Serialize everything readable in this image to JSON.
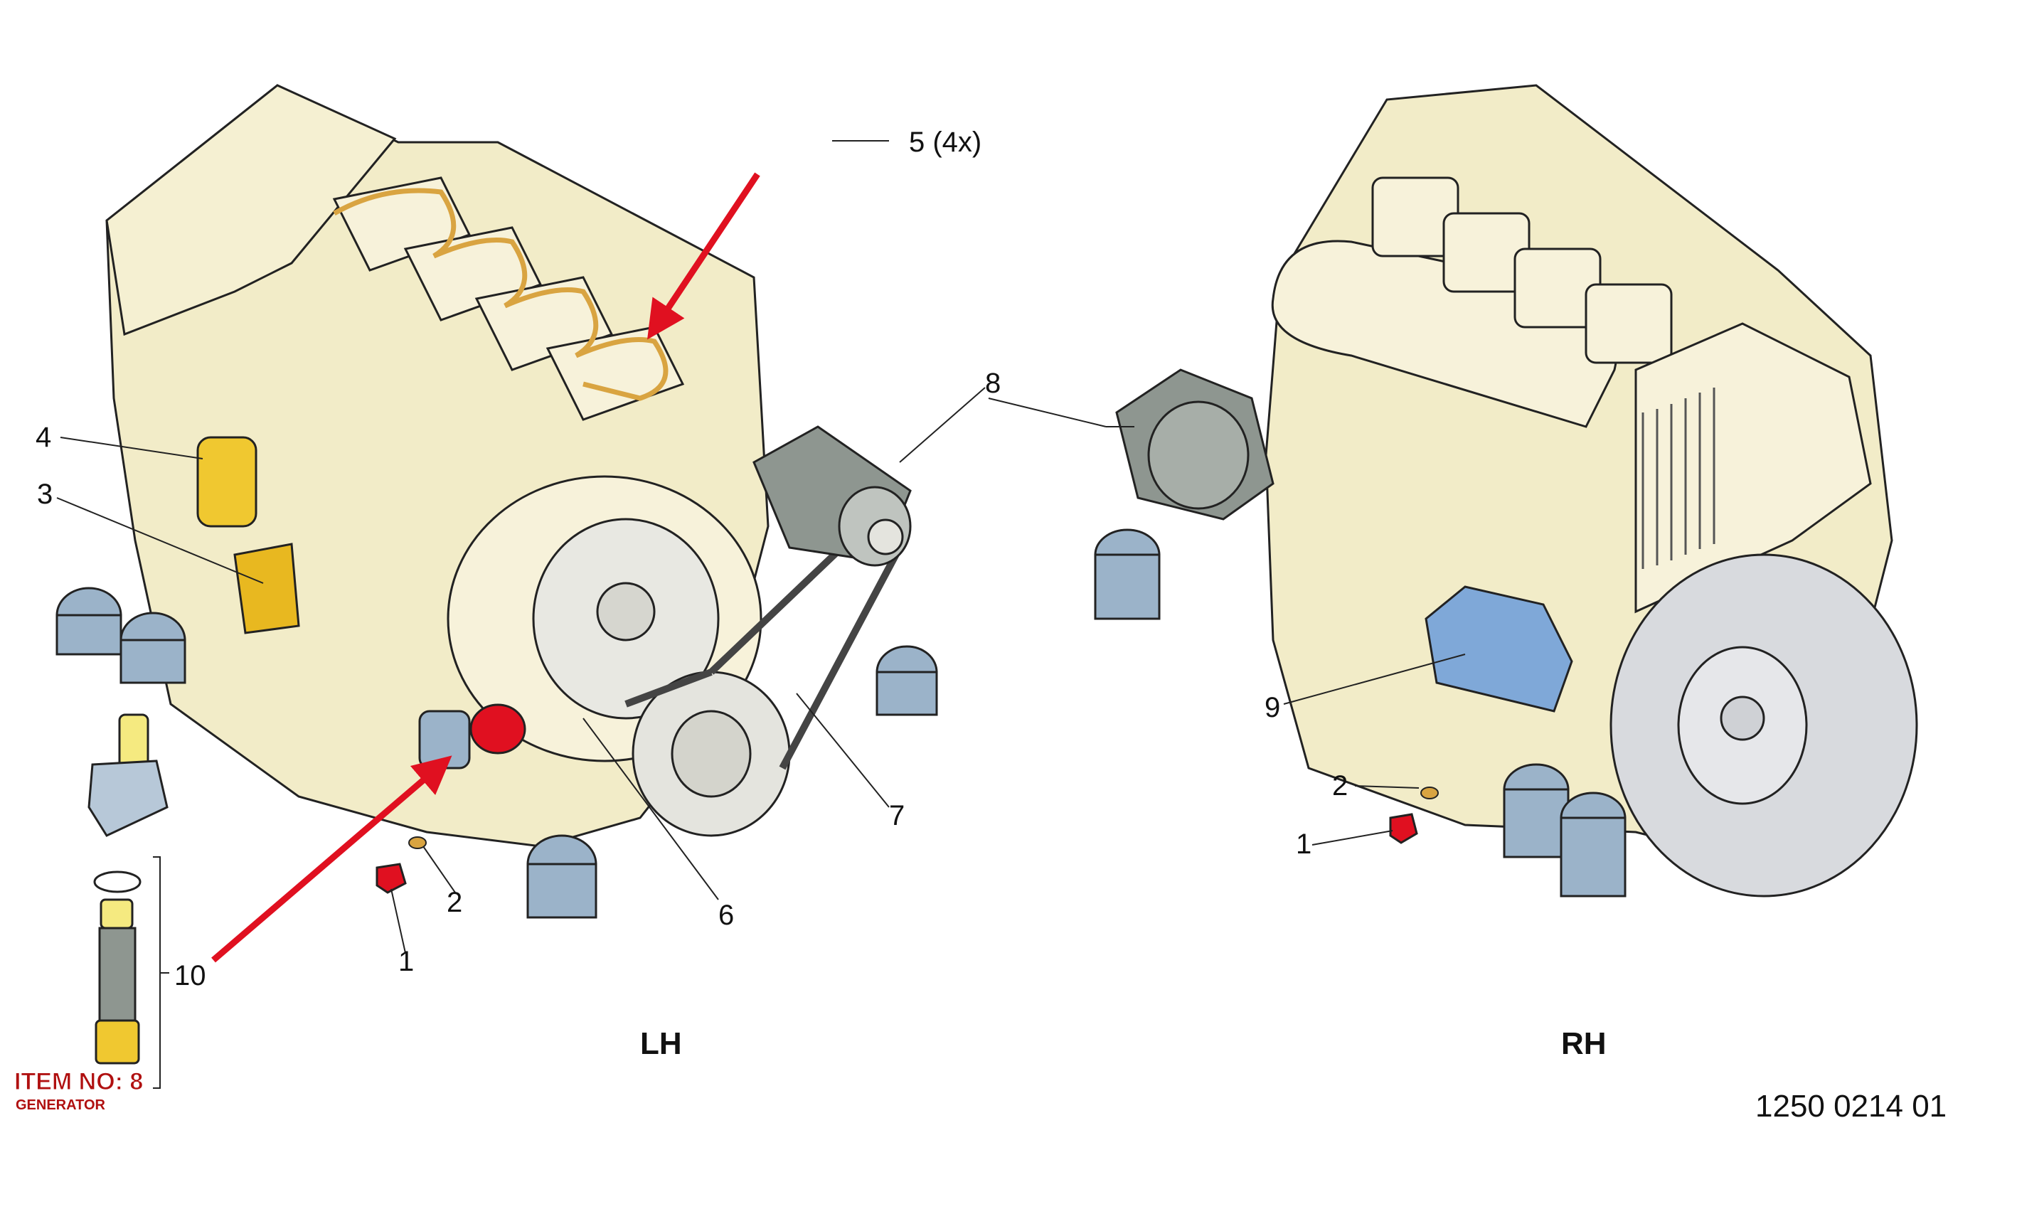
{
  "views": {
    "left": "LH",
    "right": "RH"
  },
  "document_number": "1250 0214 01",
  "item_stamp": {
    "title": "ITEM NO: 8",
    "subtitle": "GENERATOR"
  },
  "callouts_lh": [
    {
      "id": "1",
      "text": "1"
    },
    {
      "id": "2",
      "text": "2"
    },
    {
      "id": "3",
      "text": "3"
    },
    {
      "id": "4",
      "text": "4"
    },
    {
      "id": "5",
      "text": "5  (4x)"
    },
    {
      "id": "6",
      "text": "6"
    },
    {
      "id": "7",
      "text": "7"
    },
    {
      "id": "8",
      "text": "8"
    },
    {
      "id": "10",
      "text": "10"
    }
  ],
  "callouts_rh": [
    {
      "id": "1",
      "text": "1"
    },
    {
      "id": "2",
      "text": "2"
    },
    {
      "id": "9",
      "text": "9"
    }
  ],
  "colors": {
    "engine_body": "#f2ecc8",
    "outline": "#222222",
    "mount_blue": "#9bb3c9",
    "oil_filter_yellow": "#f0c830",
    "starter_blue": "#7fa8d8",
    "drain_red": "#e01020",
    "gasket_orange": "#d9a441",
    "alternator_grey": "#8e9690",
    "flywheel_grey": "#d8dade",
    "arrow_red": "#e01020",
    "stamp_red": "#b01010"
  }
}
